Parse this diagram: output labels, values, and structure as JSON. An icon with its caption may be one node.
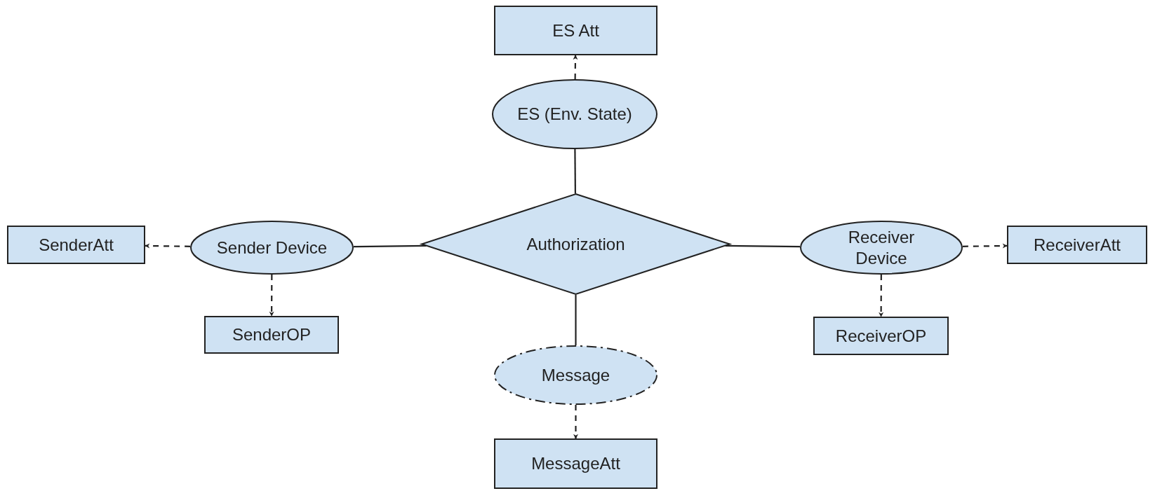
{
  "diagram": {
    "nodes": [
      {
        "text": [
          "ES Att"
        ]
      },
      {
        "text": [
          "ES (Env. State)"
        ]
      },
      {
        "text": [
          "SenderAtt"
        ]
      },
      {
        "text": [
          "Sender Device"
        ]
      },
      {
        "text": [
          "Authorization"
        ]
      },
      {
        "text": [
          "Receiver Device"
        ]
      },
      {
        "text": [
          "ReceiverAtt"
        ]
      },
      {
        "text": [
          "SenderOP"
        ]
      },
      {
        "text": [
          "ReceiverOP"
        ]
      },
      {
        "text": [
          "Message"
        ]
      },
      {
        "text": [
          "MessageAtt"
        ]
      }
    ],
    "edges": [
      {
        "from": 4,
        "to": 1,
        "arrow": "none"
      },
      {
        "from": 1,
        "to": 0,
        "arrow": "to",
        "style": "dashed"
      },
      {
        "from": 4,
        "to": 3,
        "arrow": "none"
      },
      {
        "from": 3,
        "to": 2,
        "arrow": "to",
        "style": "dashed"
      },
      {
        "from": 3,
        "to": 7,
        "arrow": "to",
        "style": "dashed"
      },
      {
        "from": 4,
        "to": 5,
        "arrow": "none"
      },
      {
        "from": 5,
        "to": 6,
        "arrow": "to",
        "style": "dashed"
      },
      {
        "from": 5,
        "to": 8,
        "arrow": "to",
        "style": "dashed"
      },
      {
        "from": 4,
        "to": 9,
        "arrow": "none"
      },
      {
        "from": 9,
        "to": 10,
        "arrow": "to",
        "style": "dashed"
      }
    ]
  }
}
